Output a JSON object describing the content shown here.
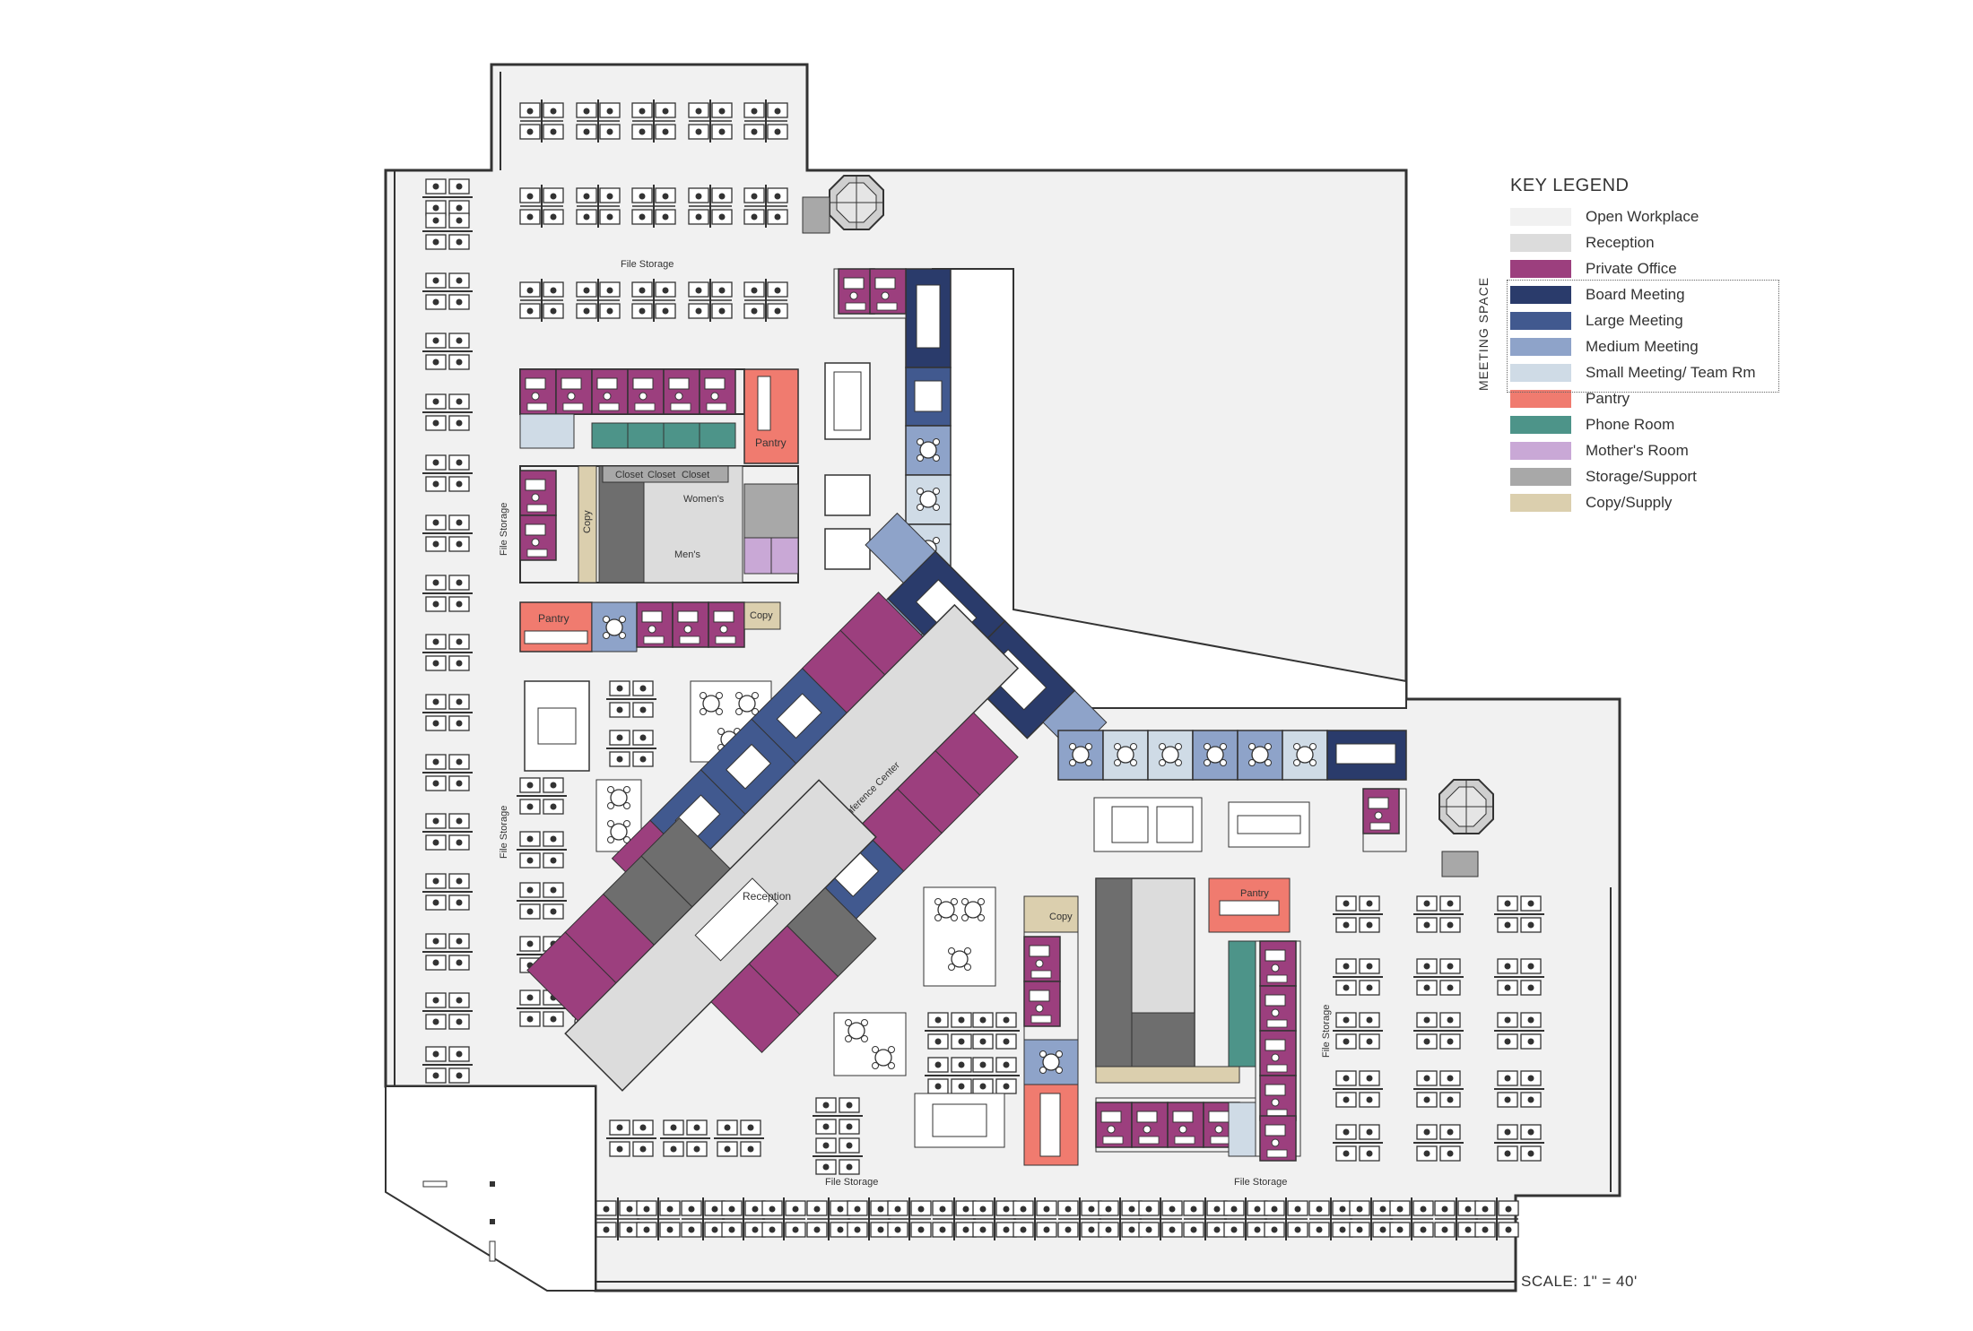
{
  "legend": {
    "title": "KEY LEGEND",
    "meeting_group_label": "MEETING SPACE",
    "items": [
      {
        "label": "Open Workplace",
        "color": "#f1f1f1"
      },
      {
        "label": "Reception",
        "color": "#dcdcdc"
      },
      {
        "label": "Private Office",
        "color": "#9c3f7e"
      },
      {
        "label": "Board Meeting",
        "color": "#2a3b6b"
      },
      {
        "label": "Large Meeting",
        "color": "#41598f"
      },
      {
        "label": "Medium Meeting",
        "color": "#8ea3c9"
      },
      {
        "label": "Small Meeting/ Team Rm",
        "color": "#cfdbe6"
      },
      {
        "label": "Pantry",
        "color": "#f07b6f"
      },
      {
        "label": "Phone Room",
        "color": "#4d9489"
      },
      {
        "label": "Mother's Room",
        "color": "#c9a8d6"
      },
      {
        "label": "Storage/Support",
        "color": "#a8a8a8"
      },
      {
        "label": "Copy/Supply",
        "color": "#dbcfae"
      }
    ]
  },
  "plan_labels": {
    "file_storage": "File Storage",
    "pantry": "Pantry",
    "copy": "Copy",
    "womens": "Women's",
    "mens": "Men's",
    "closet": "Closet",
    "reception": "Reception",
    "conference_center": "Conference Center"
  },
  "scale": "SCALE: 1\" = 40'"
}
